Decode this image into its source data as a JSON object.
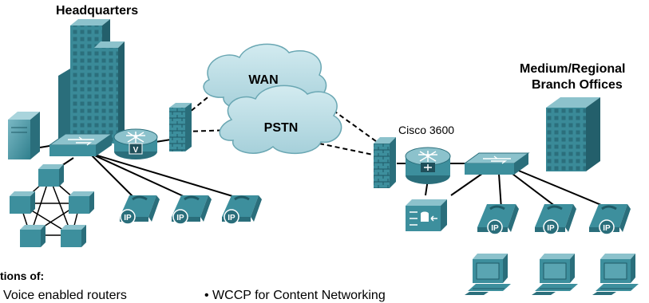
{
  "labels": {
    "headquarters": "Headquarters",
    "branch_line1": "Medium/Regional",
    "branch_line2": "Branch Offices",
    "wan": "WAN",
    "pstn": "PSTN",
    "cisco_router": "Cisco 3600",
    "ip_badge": "IP",
    "voice_badge": "V"
  },
  "caption": {
    "heading": "tions of:",
    "bullets": [
      "Voice enabled routers",
      "WCCP for Content Networking"
    ]
  },
  "colors": {
    "device_teal": "#3d8f9d",
    "device_light": "#8cc2cc",
    "device_dark": "#2a6e7b",
    "cloud_fill": "#b8dbe3",
    "cloud_stroke": "#6aa7b3",
    "line": "#000000"
  }
}
